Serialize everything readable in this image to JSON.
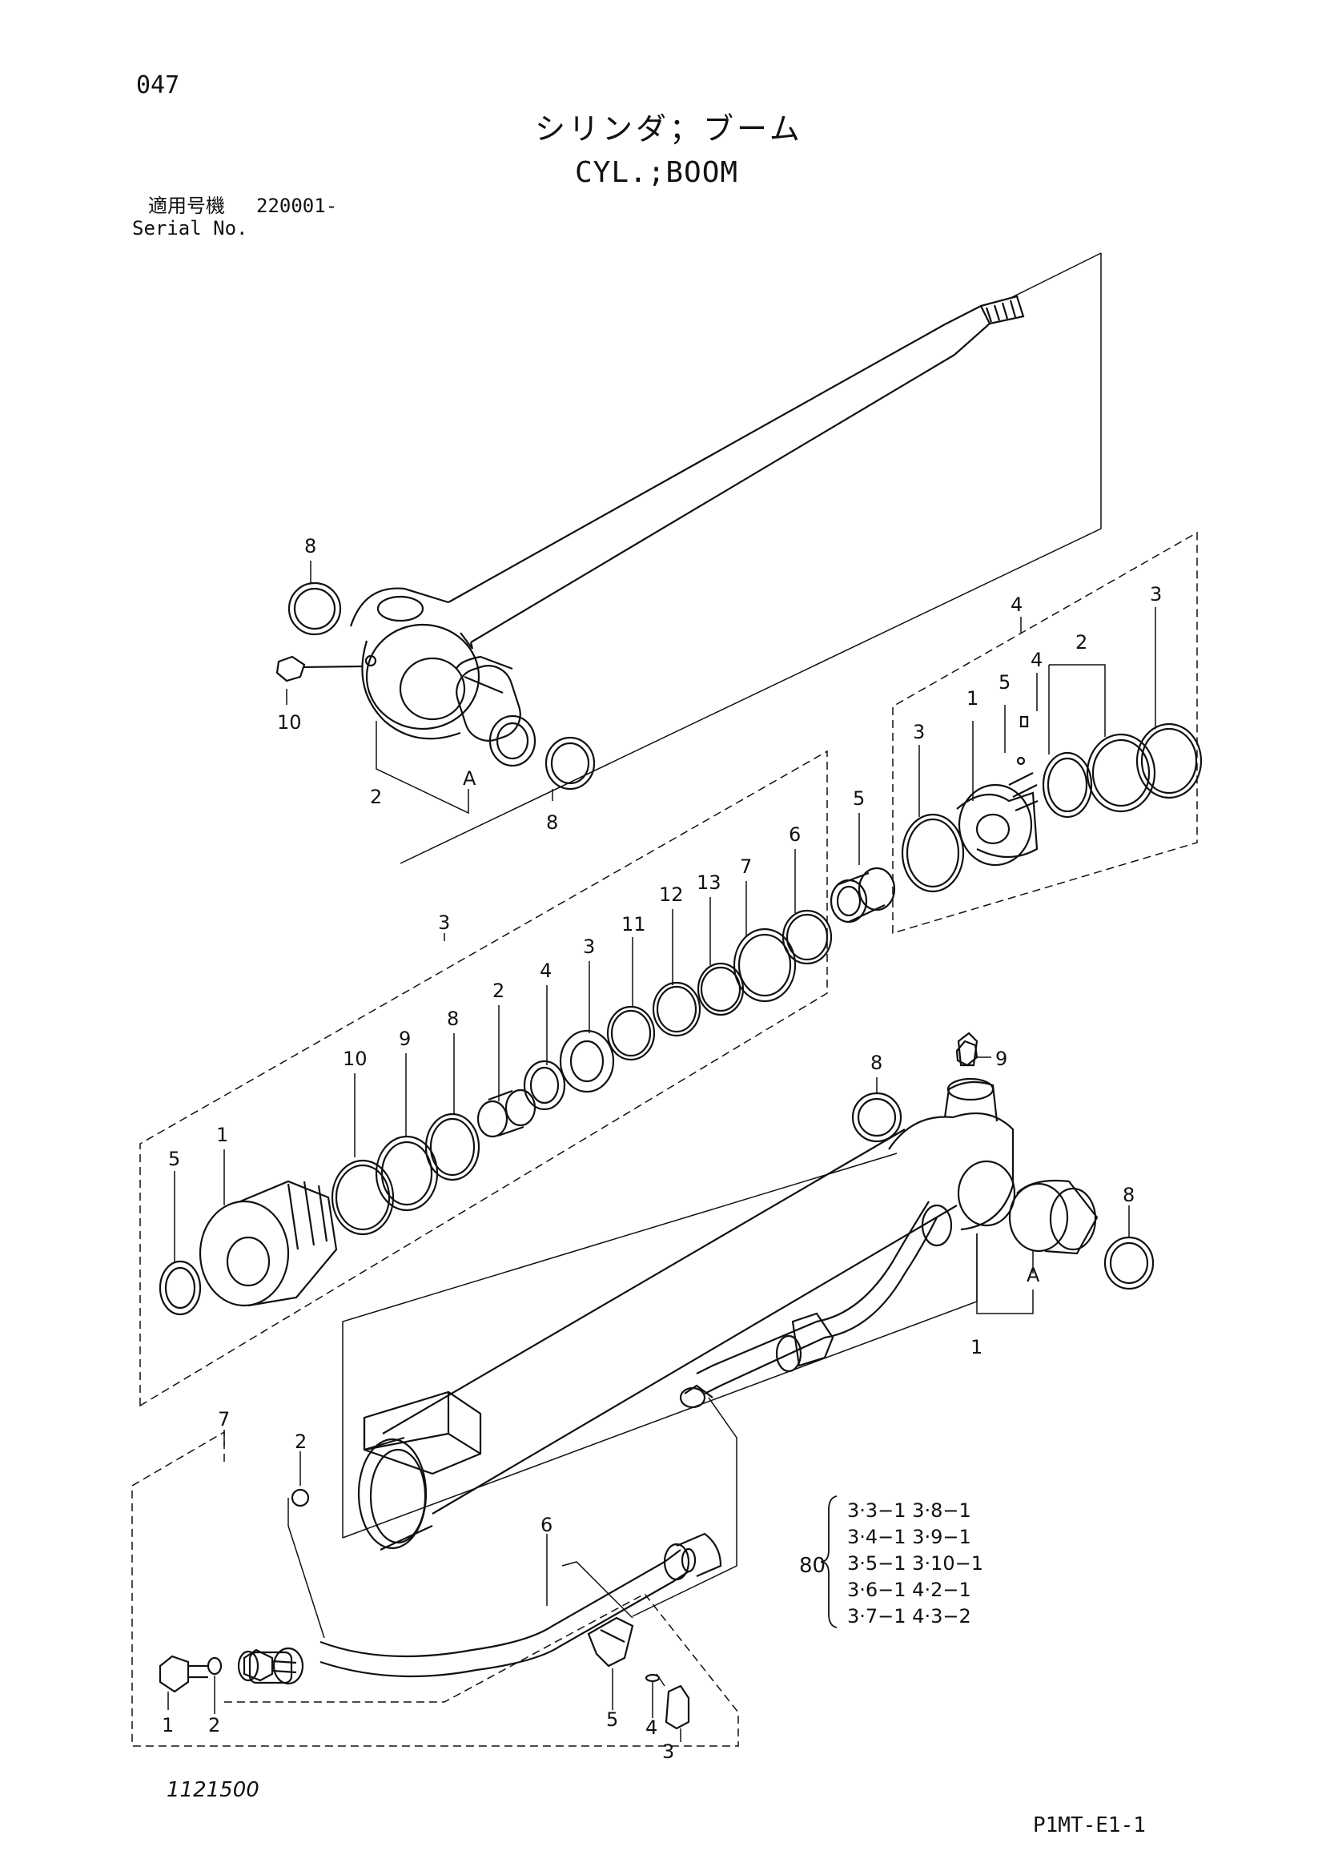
{
  "header": {
    "page_number": "047",
    "title_jp": "シリンダ；ブーム",
    "title_en": "CYL.;BOOM",
    "serial_label_jp": "適用号機",
    "serial_value": "220001-",
    "serial_label_en": "Serial No."
  },
  "footer": {
    "drawing_id": "1121500",
    "page_code": "P1MT-E1-1"
  },
  "callouts": {
    "rod_8_top": "8",
    "rod_10": "10",
    "rod_2": "2",
    "rod_A": "A",
    "rod_8_bottom": "8",
    "piston_group_4": "4",
    "piston_3_top": "3",
    "piston_2": "2",
    "piston_4_small": "4",
    "piston_5_small": "5",
    "piston_1": "1",
    "piston_3_left": "3",
    "spacer_5": "5",
    "head_group_3": "3",
    "head_6": "6",
    "head_7": "7",
    "head_13": "13",
    "head_12": "12",
    "head_11": "11",
    "head_3": "3",
    "head_4": "4",
    "head_2": "2",
    "head_8": "8",
    "head_9": "9",
    "head_10": "10",
    "head_1": "1",
    "head_5": "5",
    "tube_8_top": "8",
    "tube_9": "9",
    "tube_8_right": "8",
    "tube_A": "A",
    "tube_1": "1",
    "pipe_group_7": "7",
    "pipe_2_top": "2",
    "pipe_6": "6",
    "pipe_1": "1",
    "pipe_2": "2",
    "pipe_5": "5",
    "pipe_4": "4",
    "pipe_3": "3"
  },
  "seal_kit": {
    "kit_number": "80",
    "lines": [
      "3·3−1  3·8−1",
      "3·4−1  3·9−1",
      "3·5−1  3·10−1",
      "3·6−1  4·2−1",
      "3·7−1  4·3−2"
    ]
  }
}
